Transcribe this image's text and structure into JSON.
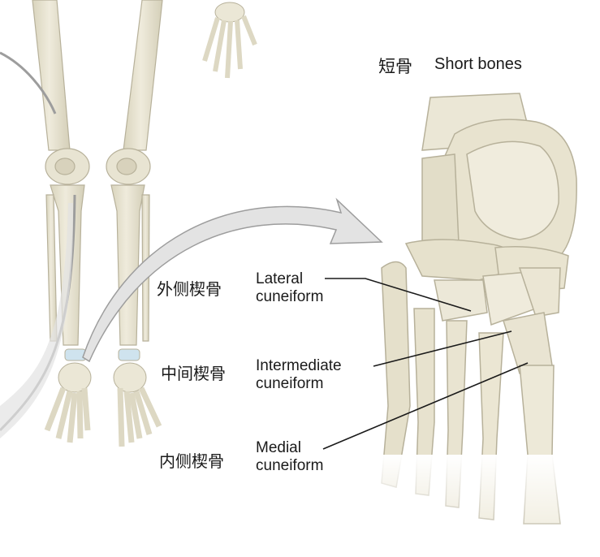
{
  "title": {
    "zh": "短骨",
    "en": "Short bones"
  },
  "labels": [
    {
      "key": "lateral",
      "zh": "外侧楔骨",
      "en_line1": "Lateral",
      "en_line2": "cuneiform"
    },
    {
      "key": "intermediate",
      "zh": "中间楔骨",
      "en_line1": "Intermediate",
      "en_line2": "cuneiform"
    },
    {
      "key": "medial",
      "zh": "内侧楔骨",
      "en_line1": "Medial",
      "en_line2": "cuneiform"
    }
  ],
  "colors": {
    "bone_fill": "#ebe7d6",
    "bone_shade": "#d6d1bb",
    "bone_outline": "#b7b19a",
    "cartilage": "#cfe3ee",
    "arrow_fill": "#e3e3e3",
    "arrow_stroke": "#9d9d9d",
    "leader_line": "#1a1a1a"
  }
}
